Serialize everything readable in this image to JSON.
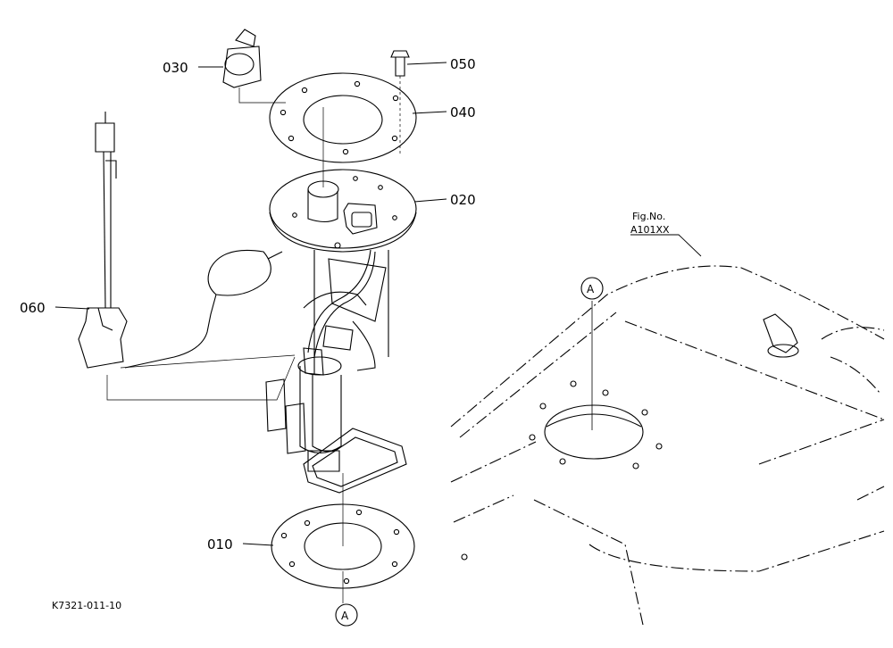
{
  "diagram": {
    "parts": [
      {
        "id": "030"
      },
      {
        "id": "050"
      },
      {
        "id": "040"
      },
      {
        "id": "020"
      },
      {
        "id": "060"
      },
      {
        "id": "010"
      }
    ],
    "ref_marker_top": "A",
    "ref_marker_bottom": "A",
    "fig_label": "Fig.No.",
    "fig_number": "A101XX",
    "drawing_code": "K7321-011-10"
  },
  "colors": {
    "ink": "#000000",
    "paper": "#ffffff"
  }
}
